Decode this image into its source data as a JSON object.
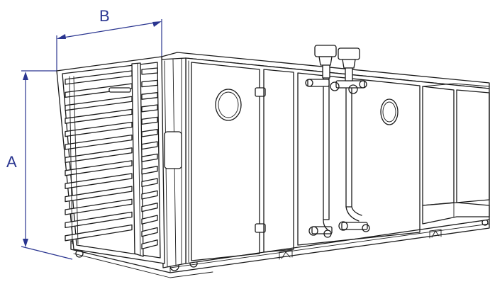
{
  "dimensions": {
    "height_label": "A",
    "width_label": "B"
  },
  "colors": {
    "dimension": "#2a3590",
    "outline": "#1a1a1a",
    "background": "#ffffff"
  },
  "icons": [
    "air-handling-unit-drawing",
    "louver-damper",
    "inspection-window",
    "door-handle",
    "control-valve",
    "base-frame-lifting-lug"
  ]
}
